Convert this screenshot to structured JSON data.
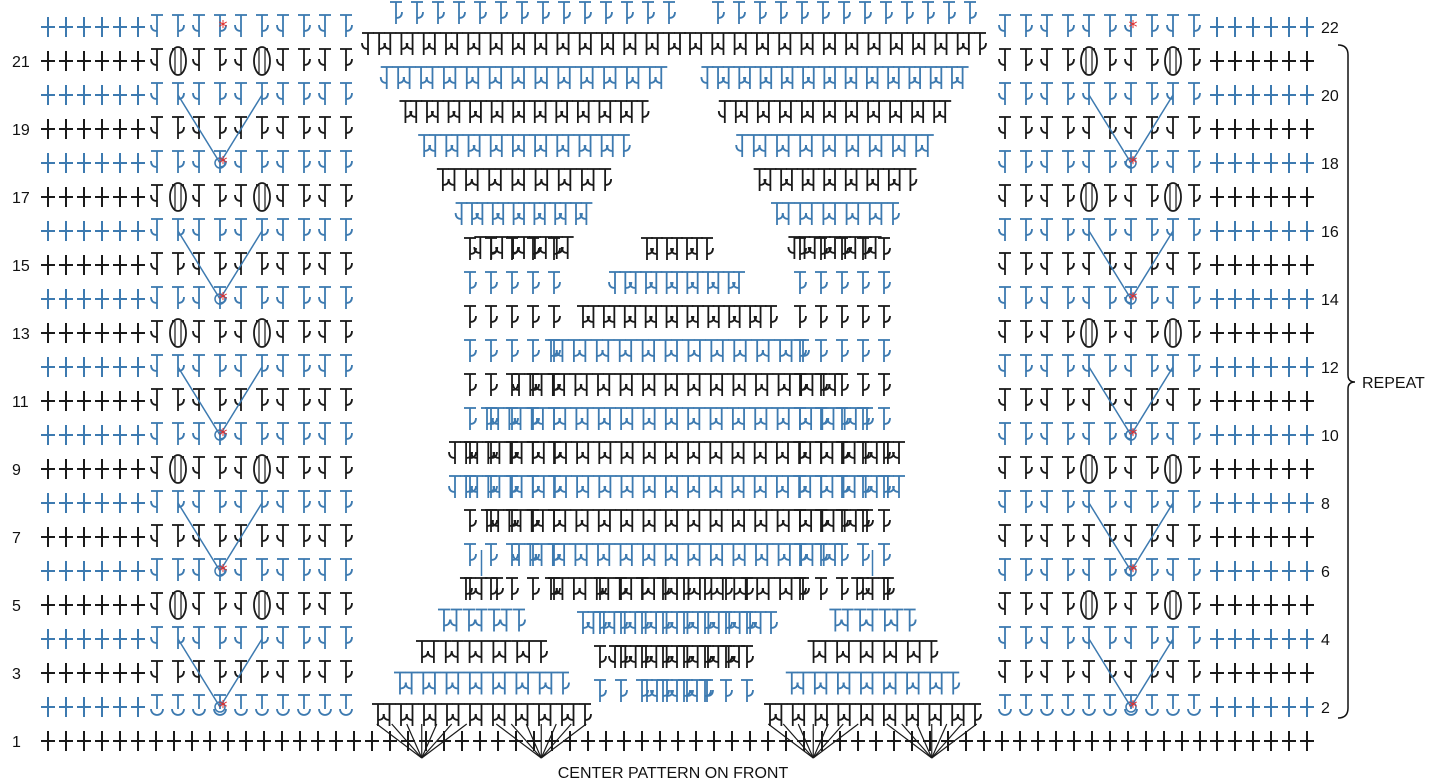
{
  "diagram": {
    "caption": "CENTER PATTERN ON FRONT",
    "repeat_label": "REPEAT",
    "left_row_numbers": [
      "21",
      "19",
      "17",
      "15",
      "13",
      "11",
      "9",
      "7",
      "5",
      "3",
      "1"
    ],
    "right_row_numbers": [
      "22",
      "20",
      "18",
      "16",
      "14",
      "12",
      "10",
      "8",
      "6",
      "4",
      "2"
    ],
    "colors": {
      "odd_rows": "#1a1a1a",
      "even_rows": "#3d7ab0",
      "marker": "#e03030"
    },
    "symbols": [
      "single-crochet",
      "half-double-crochet",
      "double-crochet",
      "cluster",
      "decrease",
      "marker-asterisk"
    ]
  }
}
